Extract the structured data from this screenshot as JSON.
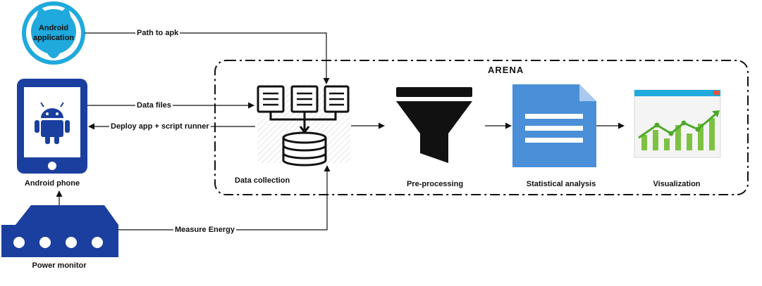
{
  "android_application": {
    "line1": "Android",
    "line2": "application",
    "icon": "cat-head-icon",
    "color": "#1fa9dd"
  },
  "android_phone": {
    "label": "Android phone",
    "icon": "android-robot-icon",
    "color": "#1b3f9e"
  },
  "power_monitor": {
    "label": "Power monitor",
    "icon": "power-monitor-device-icon",
    "color": "#1b3f9e"
  },
  "arena": {
    "title": "ARENA"
  },
  "connectors": {
    "path_to_apk": "Path to apk",
    "data_files": "Data files",
    "deploy_app": "Deploy app + script runner",
    "measure_energy": "Measure Energy"
  },
  "stages": [
    {
      "label": "Data collection",
      "icon": "documents-database-icon"
    },
    {
      "label": "Pre-processing",
      "icon": "funnel-icon"
    },
    {
      "label": "Statistical analysis",
      "icon": "document-icon"
    },
    {
      "label": "Visualization",
      "icon": "line-chart-icon"
    }
  ],
  "colors": {
    "doc_blue": "#4a8fd8",
    "chart_green": "#7dc242"
  }
}
